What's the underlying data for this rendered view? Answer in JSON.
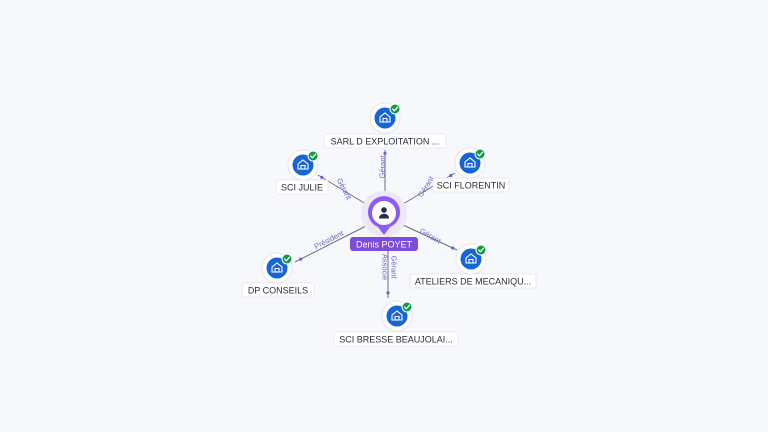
{
  "center": {
    "name": "Denis POYET",
    "icon": "person-icon",
    "color": "#8b5cf6"
  },
  "companies": [
    {
      "id": "sarl-d-exploitation",
      "label": "SARL D EXPLOITATION ...",
      "relation": [
        "Gérant"
      ],
      "verified": true,
      "icon": "building-icon"
    },
    {
      "id": "sci-julie",
      "label": "SCI JULIE",
      "relation": [
        "Gérant"
      ],
      "verified": true,
      "icon": "building-icon"
    },
    {
      "id": "sci-florentin",
      "label": "SCI FLORENTIN",
      "relation": [
        "Gérant"
      ],
      "verified": true,
      "icon": "building-icon"
    },
    {
      "id": "dp-conseils",
      "label": "DP CONSEILS",
      "relation": [
        "Président"
      ],
      "verified": true,
      "icon": "building-icon"
    },
    {
      "id": "ateliers-de-mecanique",
      "label": "ATELIERS DE MECANIQU...",
      "relation": [
        "Gérant"
      ],
      "verified": true,
      "icon": "building-icon"
    },
    {
      "id": "sci-bresse-beaujolais",
      "label": "SCI BRESSE BEAUJOLAI...",
      "relation": [
        "Gérant",
        "Associé"
      ],
      "verified": true,
      "icon": "building-icon"
    }
  ],
  "colors": {
    "company": "#1565d8",
    "verified": "#129a48",
    "edge_label": "#6a62d8",
    "center_label_bg": "#7c4ddb"
  }
}
